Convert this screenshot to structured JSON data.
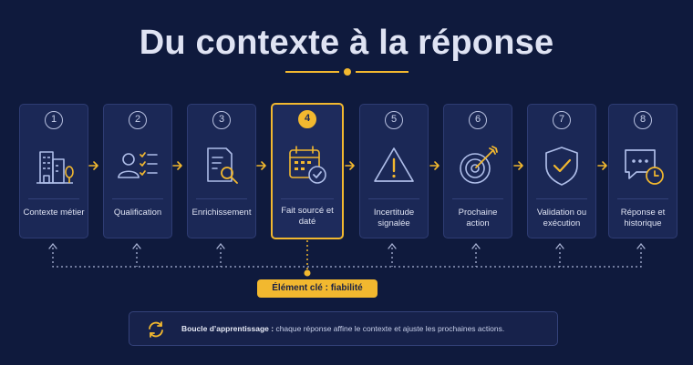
{
  "title": "Du contexte à la réponse",
  "colors": {
    "background": "#0f1a3d",
    "card": "#1b2856",
    "accent": "#f2b82f",
    "text": "#dfe3f3"
  },
  "steps": [
    {
      "number": "1",
      "label": "Contexte métier",
      "icon": "buildings-icon"
    },
    {
      "number": "2",
      "label": "Qualification",
      "icon": "user-checklist-icon"
    },
    {
      "number": "3",
      "label": "Enrichissement",
      "icon": "document-search-icon"
    },
    {
      "number": "4",
      "label": "Fait sourcé et daté",
      "icon": "calendar-check-icon",
      "highlighted": true
    },
    {
      "number": "5",
      "label": "Incertitude signalée",
      "icon": "warning-icon"
    },
    {
      "number": "6",
      "label": "Prochaine action",
      "icon": "target-icon"
    },
    {
      "number": "7",
      "label": "Validation ou exécution",
      "icon": "shield-check-icon"
    },
    {
      "number": "8",
      "label": "Réponse et historique",
      "icon": "chat-clock-icon"
    }
  ],
  "badge": "Élément clé : fiabilité",
  "footer": {
    "icon": "refresh-icon",
    "bold": "Boucle d’apprentissage :",
    "text": " chaque réponse affine le contexte et ajuste les prochaines actions."
  }
}
